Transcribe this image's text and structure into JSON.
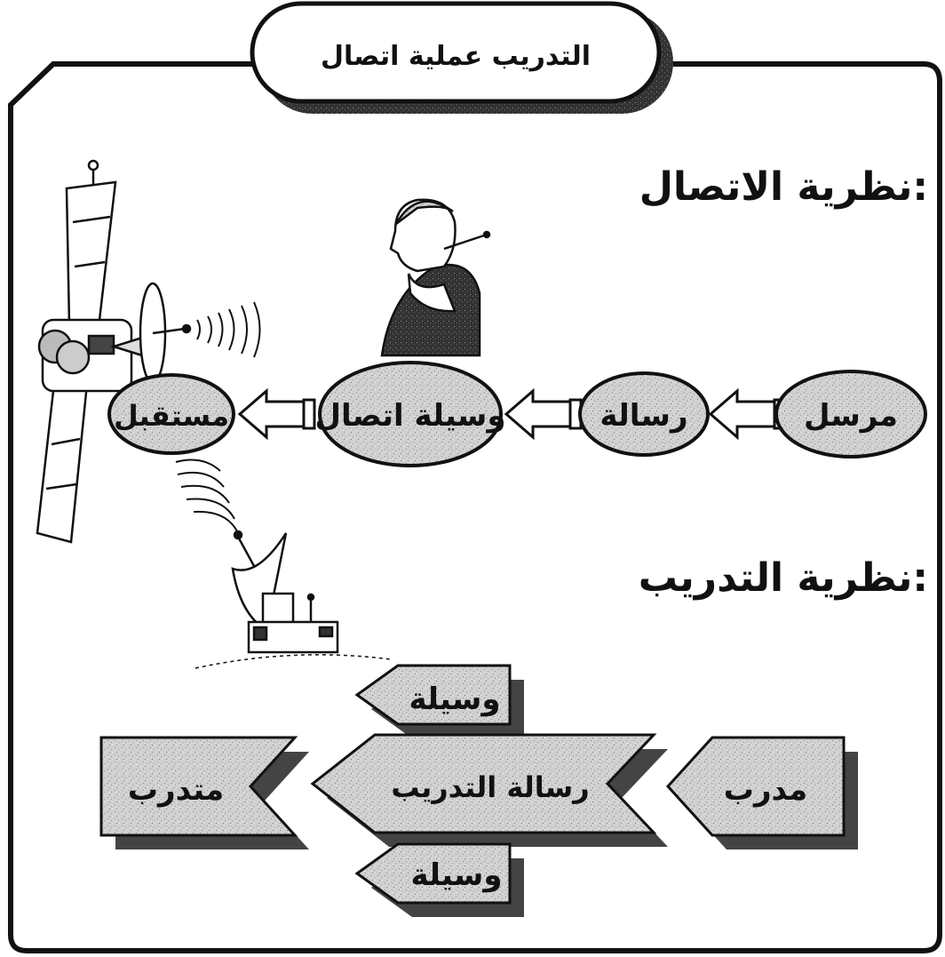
{
  "frame": {
    "title": "التدريب عملية اتصال"
  },
  "communication_theory": {
    "heading": "نظرية الاتصال:",
    "nodes": [
      {
        "id": "sender",
        "label": "مرسل"
      },
      {
        "id": "message",
        "label": "رسالة"
      },
      {
        "id": "channel",
        "label": "وسيلة اتصال"
      },
      {
        "id": "receiver",
        "label": "مستقبل"
      }
    ]
  },
  "training_theory": {
    "heading": "نظرية التدريب:",
    "trainer": "مدرب",
    "training_message": "رسالة التدريب",
    "trainee": "متدرب",
    "means_top": "وسيلة",
    "means_bottom": "وسيلة"
  },
  "illustrations": [
    "satellite-icon",
    "satellite-dish-icon",
    "thinking-man-icon"
  ],
  "colors": {
    "stroke": "#111111",
    "fill_gray": "#c8c8c8",
    "background": "#ffffff"
  }
}
